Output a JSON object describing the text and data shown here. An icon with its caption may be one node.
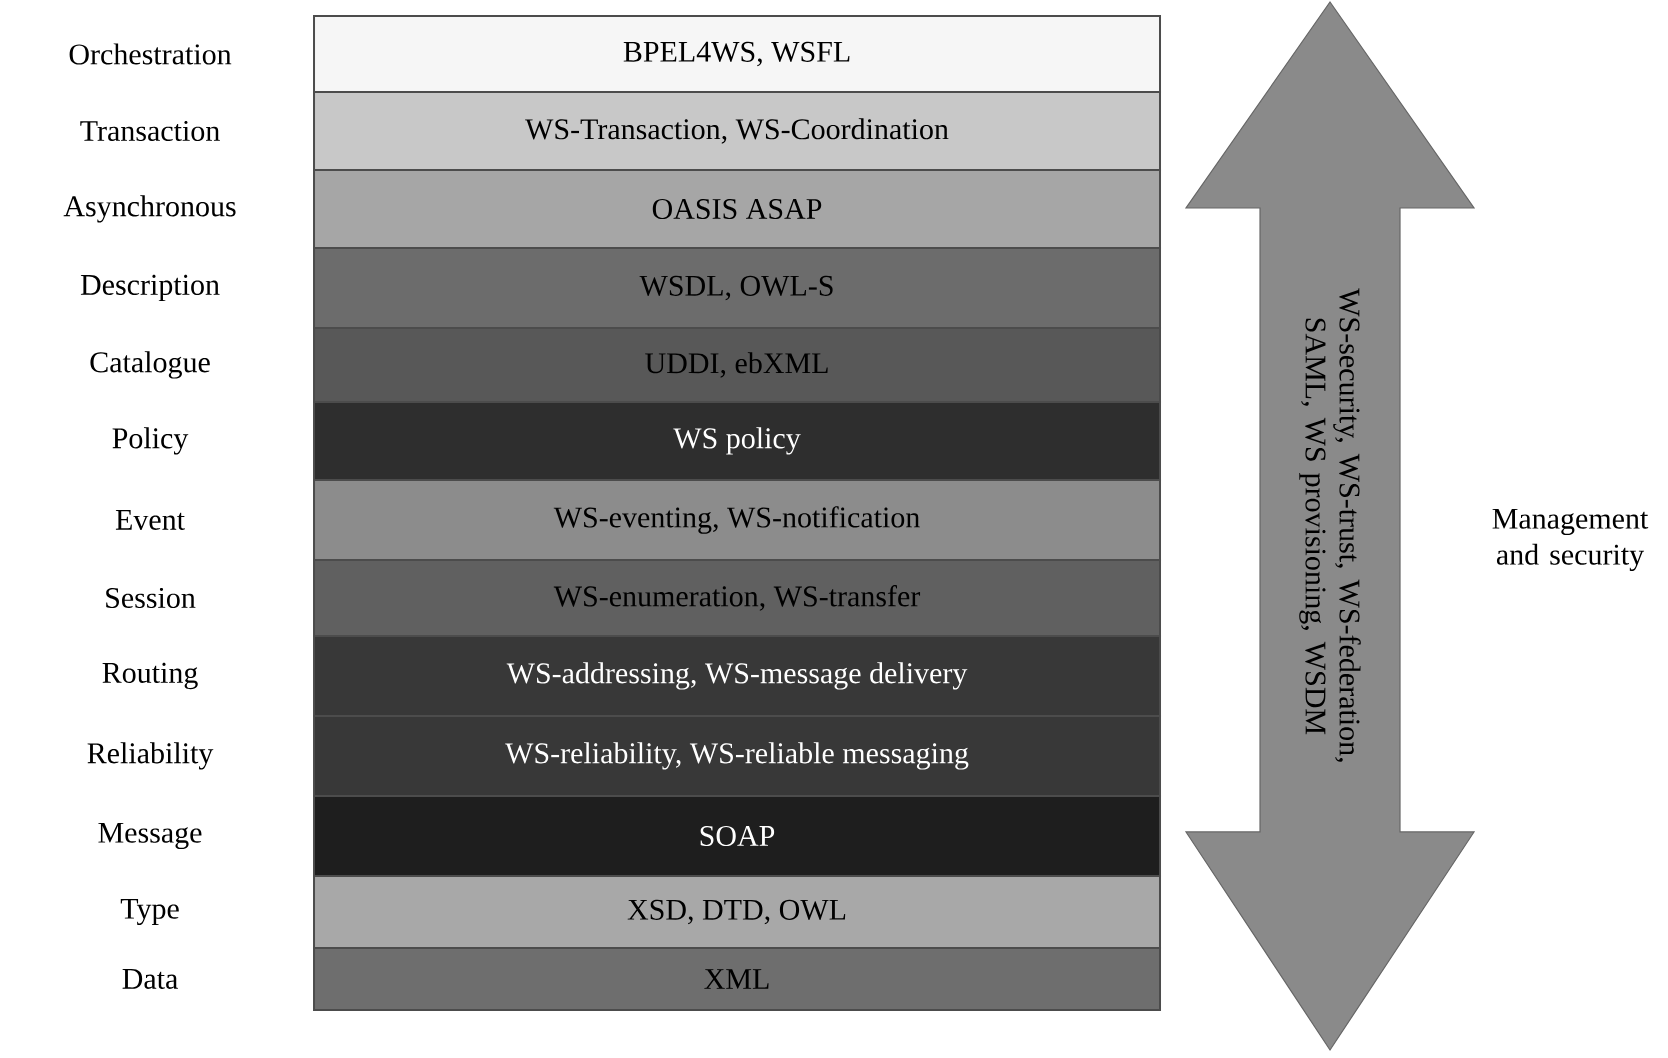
{
  "diagram": {
    "nodes": [
      {
        "text": [
          "BPEL4WS, WSFL"
        ]
      },
      {
        "text": [
          "WS-Transaction, WS-Coordination"
        ]
      },
      {
        "text": [
          "OASIS ASAP"
        ]
      },
      {
        "text": [
          "WSDL, OWL-S"
        ]
      },
      {
        "text": [
          "UDDI, ebXML"
        ]
      },
      {
        "text": [
          "WS policy"
        ]
      },
      {
        "text": [
          "WS-eventing, WS-notification"
        ]
      },
      {
        "text": [
          "WS-enumeration, WS-transfer"
        ]
      },
      {
        "text": [
          "WS-addressing, WS-message delivery"
        ]
      },
      {
        "text": [
          "WS-reliability, WS-reliable messaging"
        ]
      },
      {
        "text": [
          "SOAP"
        ]
      },
      {
        "text": [
          "XSD, DTD, OWL"
        ]
      },
      {
        "text": [
          "XML"
        ]
      },
      {
        "text": [
          "WS-security, WS-trust, WS-federation, SAML, WS provisioning, WSDM"
        ],
        "beside": [
          "Management and security"
        ]
      }
    ],
    "labels": [
      "Orchestration",
      "Transaction",
      "Asynchronous",
      "Description",
      "Catalogue",
      "Policy",
      "Event",
      "Session",
      "Routing",
      "Reliability",
      "Message",
      "Type",
      "Data"
    ]
  }
}
